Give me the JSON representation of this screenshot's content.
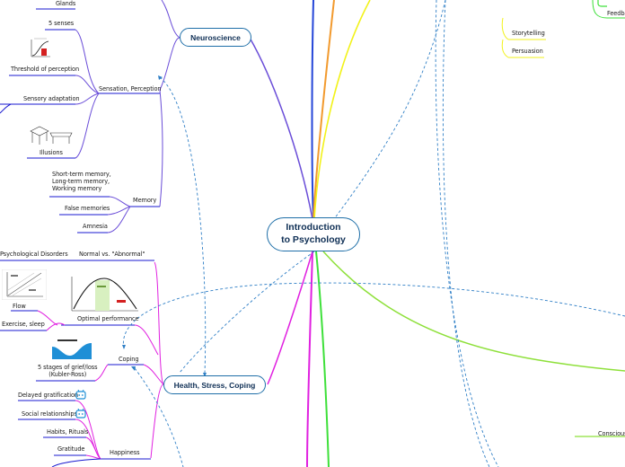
{
  "map": {
    "central": "Introduction\nto Psychology",
    "branches": {
      "neuroscience": "Neuroscience",
      "health": "Health, Stress, Coping"
    },
    "topics": {
      "glands": "Glands",
      "five_senses": "5 senses",
      "threshold": "Threshold of perception",
      "sensory_adaptation": "Sensory adaptation",
      "illusions": "Illusions",
      "sensation": "Sensation, Perception",
      "memory_types": "Short-term memory,\nLong-term memory,\nWorking memory",
      "memory": "Memory",
      "false_memories": "False memories",
      "amnesia": "Amnesia",
      "psych_disorders": "Psychological Disorders",
      "normal_abnormal": "Normal vs. \"Abnormal\"",
      "flow": "Flow",
      "exercise_sleep": "Exercise, sleep",
      "optimal_performance": "Optimal performance",
      "grief": "5 stages of grief/loss\n(Kubler-Ross)",
      "coping": "Coping",
      "delayed_gratification": "Delayed gratification",
      "social_relationships": "Social relationships",
      "habits": "Habits, Rituals",
      "gratitude": "Gratitude",
      "happiness": "Happiness",
      "storytelling": "Storytelling",
      "persuasion": "Persuasion",
      "feedback": "Feedba",
      "conscious": "Conscious"
    }
  },
  "colors": {
    "node_border": "#1f6fa8",
    "node_text": "#0f2f55",
    "blue_branch": "#2546d8",
    "orange_branch": "#f29a2e",
    "yellow_branch": "#f2f21a",
    "green_branch": "#8ee03a",
    "bright_green_branch": "#3ee03a",
    "magenta_branch": "#e020e0",
    "violet_branch": "#6a4dd8",
    "topic_underline": "#1a1ad0",
    "relation_dash": "#2f7fc6",
    "icon_blue": "#1f8fd6"
  },
  "icons": [
    "threshold-chart-thumbnail",
    "table-illusion-drawing",
    "flow-chart-thumbnail",
    "performance-curve-thumbnail",
    "grief-stages-thumbnail",
    "robot-icon",
    "robot-icon",
    "feedback-icon"
  ]
}
